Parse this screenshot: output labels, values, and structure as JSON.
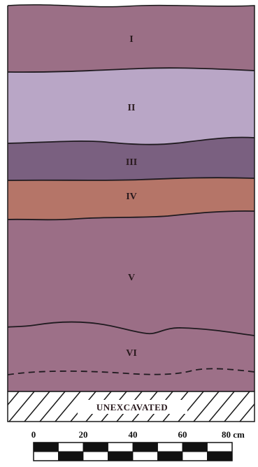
{
  "layers": [
    {
      "id": "I",
      "label": "I",
      "color": "#9b6f86"
    },
    {
      "id": "II",
      "label": "II",
      "color": "#b9a6c6"
    },
    {
      "id": "III",
      "label": "III",
      "color": "#7a6080"
    },
    {
      "id": "IV",
      "label": "IV",
      "color": "#b57568"
    },
    {
      "id": "V",
      "label": "V",
      "color": "#9b6e86"
    },
    {
      "id": "VI",
      "label": "VI",
      "color": "#9d7088"
    }
  ],
  "unexcavated": {
    "label": "UNEXCAVATED"
  },
  "scale": {
    "ticks": [
      "0",
      "20",
      "40",
      "60"
    ],
    "last_tick": "80 cm"
  }
}
